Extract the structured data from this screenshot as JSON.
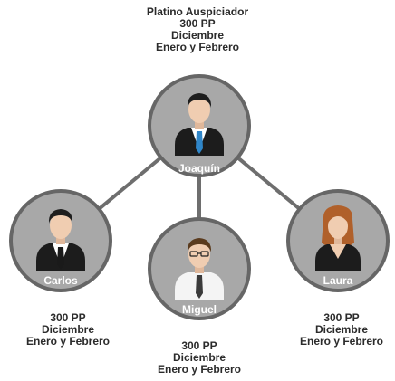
{
  "top_caption": [
    "Platino Auspiciador",
    "300 PP",
    "Diciembre",
    "Enero y Febrero"
  ],
  "colors": {
    "ring": "#666666",
    "circle_fill": "#a8a8a8",
    "connector": "#6e6e6e",
    "name_text": "#ffffff",
    "caption_text": "#2b2b2b"
  },
  "people": [
    {
      "id": "joaquin",
      "name": "Joaquín",
      "avatar": "man-blue-tie-icon",
      "caption": []
    },
    {
      "id": "carlos",
      "name": "Carlos",
      "avatar": "man-black-tie-icon",
      "caption": [
        "300 PP",
        "Diciembre",
        "Enero y Febrero"
      ]
    },
    {
      "id": "miguel",
      "name": "Miguel",
      "avatar": "man-glasses-shirt-icon",
      "caption": [
        "300 PP",
        "Diciembre",
        "Enero y Febrero"
      ]
    },
    {
      "id": "laura",
      "name": "Laura",
      "avatar": "woman-icon",
      "caption": [
        "300 PP",
        "Diciembre",
        "Enero y Febrero"
      ]
    }
  ]
}
